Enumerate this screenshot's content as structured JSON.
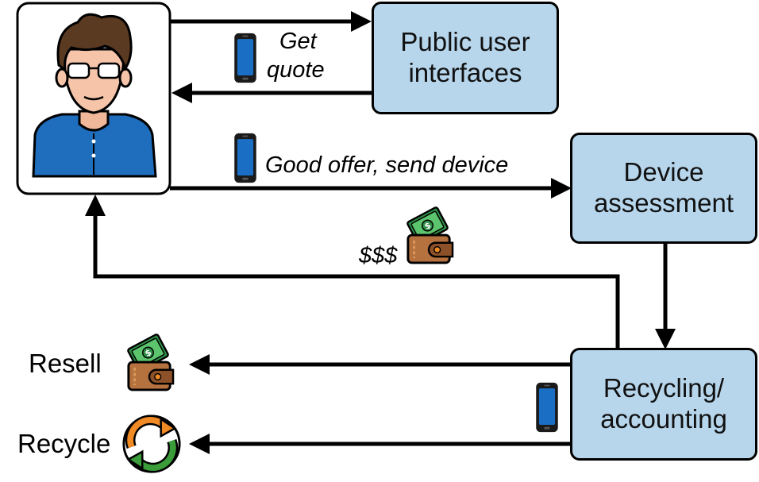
{
  "nodes": {
    "public_ui": {
      "line1": "Public user",
      "line2": "interfaces"
    },
    "device_assessment": {
      "line1": "Device",
      "line2": "assessment"
    },
    "recycling_accounting": {
      "line1": "Recycling/",
      "line2": "accounting"
    },
    "resell": {
      "label": "Resell"
    },
    "recycle": {
      "label": "Recycle"
    }
  },
  "edges": {
    "get_quote": {
      "line1": "Get",
      "line2": "quote"
    },
    "good_offer": {
      "label": "Good offer, send device"
    },
    "payment": {
      "label": "$$$"
    }
  },
  "icons": [
    "user-avatar-icon",
    "phone-icon",
    "wallet-money-icon",
    "recycle-arrows-icon"
  ],
  "colors": {
    "box_fill": "#b7d6ec",
    "phone_blue": "#1a6fc4",
    "money_green": "#3fa55a",
    "wallet_brown": "#b5713e",
    "recycle_orange": "#f08a24",
    "recycle_green": "#3a9d3a",
    "shirt_blue": "#1f6dbd"
  }
}
